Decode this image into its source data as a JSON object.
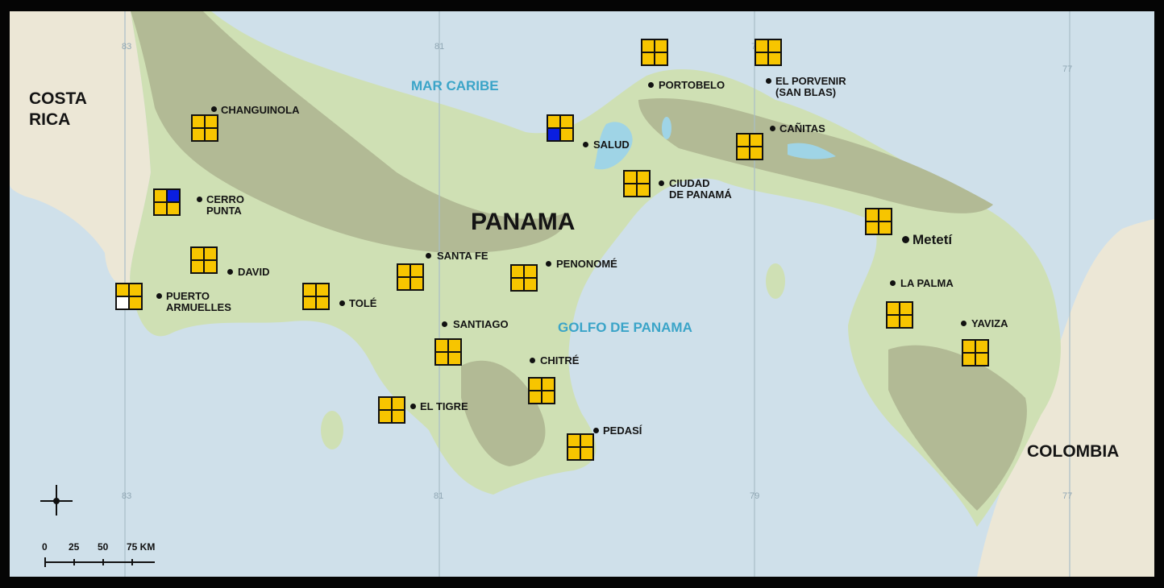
{
  "map": {
    "countries": [
      {
        "id": "costa-rica",
        "label": "COSTA\nRICA"
      },
      {
        "id": "colombia",
        "label": "COLOMBIA"
      }
    ],
    "country_main": "PANAMA",
    "seas": [
      {
        "id": "mar-caribe",
        "label": "MAR CARIBE"
      },
      {
        "id": "golfo-de-panama",
        "label": "GOLFO DE PANAMA"
      }
    ],
    "grid_labels": {
      "top": [
        "83",
        "81",
        "79",
        "77"
      ],
      "bottom": [
        "83",
        "81",
        "79",
        "77"
      ]
    },
    "cities": [
      {
        "id": "changuinola",
        "label": "CHANGUINOLA"
      },
      {
        "id": "cerro-punta",
        "label": "CERRO\nPUNTA"
      },
      {
        "id": "david",
        "label": "DAVID"
      },
      {
        "id": "puerto-armuelles",
        "label": "PUERTO\nARMUELLES"
      },
      {
        "id": "tole",
        "label": "TOLÉ"
      },
      {
        "id": "santa-fe",
        "label": "SANTA FE"
      },
      {
        "id": "penonome",
        "label": "PENONOMÉ"
      },
      {
        "id": "santiago",
        "label": "SANTIAGO"
      },
      {
        "id": "chitre",
        "label": "CHITRÉ"
      },
      {
        "id": "el-tigre",
        "label": "EL TIGRE"
      },
      {
        "id": "pedasi",
        "label": "PEDASÍ"
      },
      {
        "id": "salud",
        "label": "SALUD"
      },
      {
        "id": "portobelo",
        "label": "PORTOBELO"
      },
      {
        "id": "el-porvenir",
        "label": "EL PORVENIR\n(SAN BLAS)"
      },
      {
        "id": "canitas",
        "label": "CAÑITAS"
      },
      {
        "id": "ciudad-de-panama",
        "label": "CIUDAD\nDE PANAMÁ"
      },
      {
        "id": "meteti",
        "label": "Metetí"
      },
      {
        "id": "la-palma",
        "label": "LA PALMA"
      },
      {
        "id": "yaviza",
        "label": "YAVIZA"
      }
    ],
    "markers": [
      {
        "id": "changuinola",
        "cells": [
          "yellow",
          "yellow",
          "yellow",
          "yellow"
        ]
      },
      {
        "id": "cerro-punta",
        "cells": [
          "yellow",
          "blue",
          "yellow",
          "yellow"
        ]
      },
      {
        "id": "david",
        "cells": [
          "yellow",
          "yellow",
          "yellow",
          "yellow"
        ]
      },
      {
        "id": "puerto-armuelles",
        "cells": [
          "yellow",
          "yellow",
          "white",
          "yellow"
        ]
      },
      {
        "id": "tole",
        "cells": [
          "yellow",
          "yellow",
          "yellow",
          "yellow"
        ]
      },
      {
        "id": "santa-fe",
        "cells": [
          "yellow",
          "yellow",
          "yellow",
          "yellow"
        ]
      },
      {
        "id": "penonome",
        "cells": [
          "yellow",
          "yellow",
          "yellow",
          "yellow"
        ]
      },
      {
        "id": "santiago",
        "cells": [
          "yellow",
          "yellow",
          "yellow",
          "yellow"
        ]
      },
      {
        "id": "chitre",
        "cells": [
          "yellow",
          "yellow",
          "yellow",
          "yellow"
        ]
      },
      {
        "id": "el-tigre",
        "cells": [
          "yellow",
          "yellow",
          "yellow",
          "yellow"
        ]
      },
      {
        "id": "pedasi",
        "cells": [
          "yellow",
          "yellow",
          "yellow",
          "yellow"
        ]
      },
      {
        "id": "salud",
        "cells": [
          "yellow",
          "yellow",
          "blue",
          "yellow"
        ]
      },
      {
        "id": "portobelo",
        "cells": [
          "yellow",
          "yellow",
          "yellow",
          "yellow"
        ]
      },
      {
        "id": "el-porvenir",
        "cells": [
          "yellow",
          "yellow",
          "yellow",
          "yellow"
        ]
      },
      {
        "id": "canitas",
        "cells": [
          "yellow",
          "yellow",
          "yellow",
          "yellow"
        ]
      },
      {
        "id": "ciudad-de-panama",
        "cells": [
          "yellow",
          "yellow",
          "yellow",
          "yellow"
        ]
      },
      {
        "id": "meteti",
        "cells": [
          "yellow",
          "yellow",
          "yellow",
          "yellow"
        ]
      },
      {
        "id": "la-palma",
        "cells": [
          "yellow",
          "yellow",
          "yellow",
          "yellow"
        ]
      },
      {
        "id": "yaviza",
        "cells": [
          "yellow",
          "yellow",
          "yellow",
          "yellow"
        ]
      }
    ],
    "scale_bar": {
      "ticks": [
        "0",
        "25",
        "50",
        "75 KM"
      ]
    },
    "compass_icon": "compass-rose-icon",
    "colors": {
      "sea": "#cfe0ea",
      "land": "#cfe0b4",
      "highland": "#b2ba95",
      "neighbor": "#ece7d6",
      "marker_yellow": "#f7c500",
      "marker_blue": "#0a1ee0",
      "marker_white": "#ffffff",
      "sea_label": "#3aa4c8"
    }
  }
}
